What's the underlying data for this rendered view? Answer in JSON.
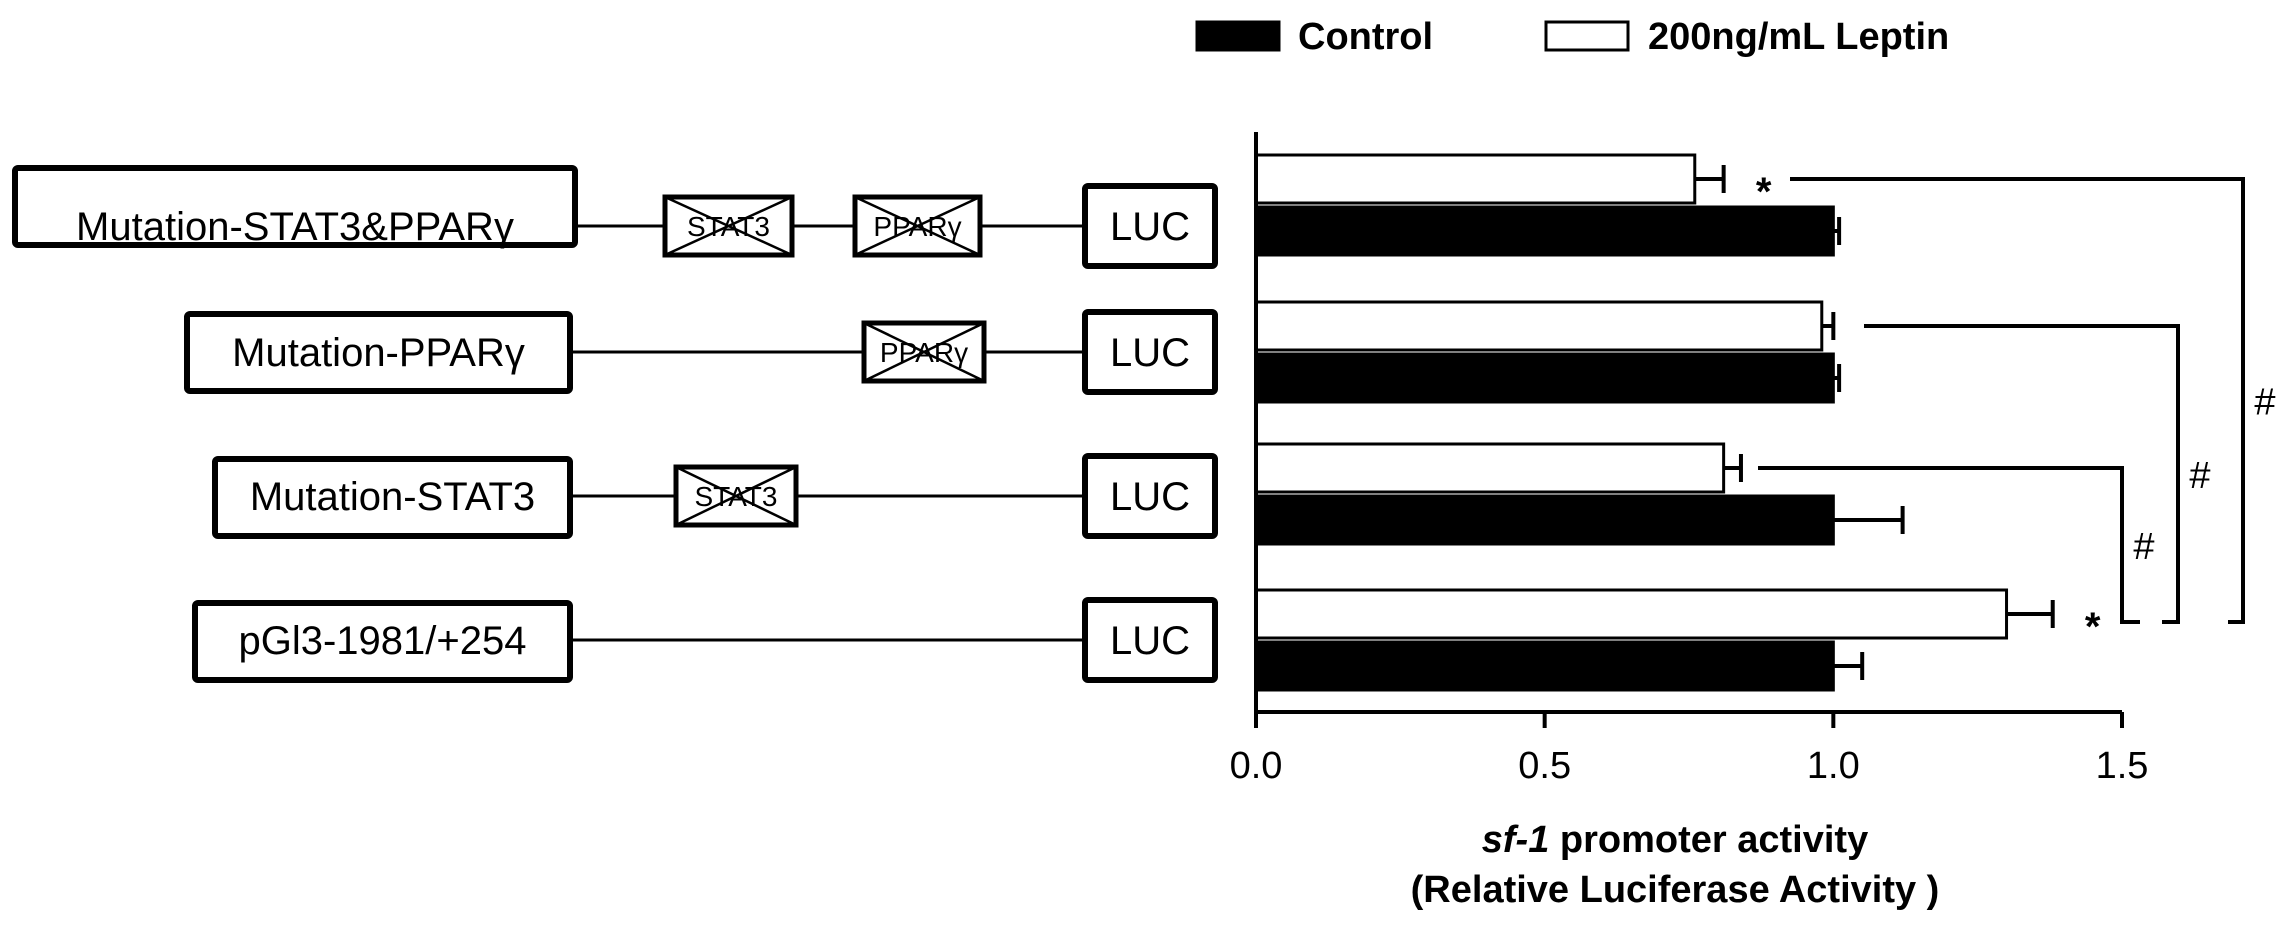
{
  "legend": {
    "control": "Control",
    "leptin": "200ng/mL Leptin"
  },
  "constructs": [
    {
      "label": "Mutation-STAT3&PPARγ",
      "sites": [
        "STAT3",
        "PPARγ"
      ]
    },
    {
      "label": "Mutation-PPARγ",
      "sites": [
        "PPARγ"
      ]
    },
    {
      "label": "Mutation-STAT3",
      "sites": [
        "STAT3"
      ]
    },
    {
      "label": "pGl3-1981/+254",
      "sites": []
    }
  ],
  "luc_label": "LUC",
  "chart_data": {
    "type": "bar",
    "orientation": "horizontal",
    "categories": [
      "Mutation-STAT3&PPARγ",
      "Mutation-PPARγ",
      "Mutation-STAT3",
      "pGl3-1981/+254"
    ],
    "series": [
      {
        "name": "Control",
        "color": "#000000",
        "values": [
          1.0,
          1.0,
          1.0,
          1.0
        ],
        "errors": [
          0.01,
          0.01,
          0.12,
          0.05
        ]
      },
      {
        "name": "200ng/mL Leptin",
        "color": "#ffffff",
        "values": [
          0.76,
          0.98,
          0.81,
          1.3
        ],
        "errors": [
          0.05,
          0.02,
          0.03,
          0.08
        ]
      }
    ],
    "xlim": [
      0,
      1.5
    ],
    "xticks": [
      "0.0",
      "0.5",
      "1.0",
      "1.5"
    ],
    "xtick_values": [
      0,
      0.5,
      1.0,
      1.5
    ],
    "xlabel_italic": "sf-1",
    "xlabel_rest": " promoter activity",
    "xlabel_line2": "(Relative Luciferase Activity )",
    "significance": {
      "star": "*",
      "hash": "#",
      "stars_on": [
        0,
        3
      ],
      "brackets": [
        {
          "from": 2,
          "to": 3,
          "symbol": "#"
        },
        {
          "from": 1,
          "to": 3,
          "symbol": "#"
        },
        {
          "from": 0,
          "to": 3,
          "symbol": "#"
        }
      ]
    }
  }
}
